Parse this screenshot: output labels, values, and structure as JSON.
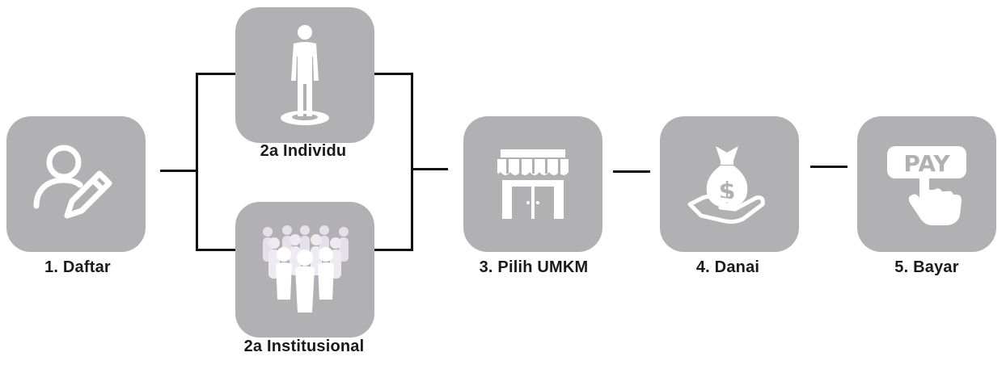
{
  "steps": {
    "daftar": {
      "label": "1. Daftar",
      "icon": "user-edit-icon"
    },
    "individu": {
      "label": "2a Individu",
      "icon": "person-standing-icon"
    },
    "institusional": {
      "label": "2a Institusional",
      "icon": "crowd-icon"
    },
    "pilih_umkm": {
      "label": "3. Pilih UMKM",
      "icon": "storefront-icon"
    },
    "danai": {
      "label": "4. Danai",
      "icon": "money-bag-hand-icon"
    },
    "bayar": {
      "label": "5. Bayar",
      "icon": "pay-button-icon",
      "icon_text": "PAY"
    }
  },
  "colors": {
    "tile": "#b1b1b4",
    "icon": "#ffffff",
    "connector": "#111111",
    "text": "#1a1a1a"
  }
}
